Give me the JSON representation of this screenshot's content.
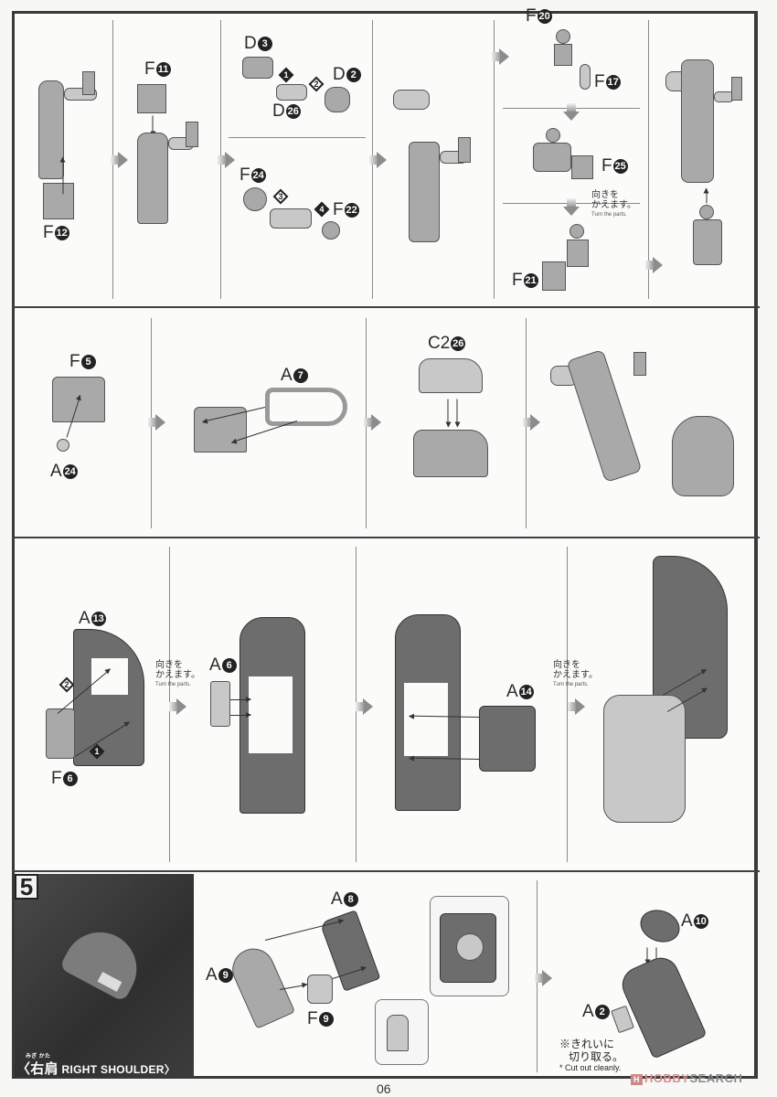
{
  "page": {
    "number": "06",
    "watermark": {
      "logo_glyph": "H",
      "brand_a": "HOBBY",
      "brand_b": "SEARCH"
    }
  },
  "notes": {
    "turn_jp_line1": "向きを",
    "turn_jp_line2": "かえます。",
    "turn_en": "Turn the parts.",
    "cut_jp_line1": "※きれいに",
    "cut_jp_line2": "切り取る。",
    "cut_en": "* Cut out cleanly."
  },
  "row1": {
    "panel1": {
      "part": {
        "letter": "F",
        "num": "12"
      }
    },
    "panel2": {
      "part": {
        "letter": "F",
        "num": "11"
      }
    },
    "panel3": {
      "parts": [
        {
          "letter": "D",
          "num": "3"
        },
        {
          "letter": "D",
          "num": "2"
        },
        {
          "letter": "D",
          "num": "26"
        },
        {
          "letter": "F",
          "num": "24"
        },
        {
          "letter": "F",
          "num": "22"
        }
      ],
      "steps": [
        "1",
        "2",
        "3",
        "4"
      ]
    },
    "panel5": {
      "parts": [
        {
          "letter": "F",
          "num": "20"
        },
        {
          "letter": "F",
          "num": "17"
        },
        {
          "letter": "F",
          "num": "25"
        },
        {
          "letter": "F",
          "num": "21"
        }
      ]
    }
  },
  "row2": {
    "panel1": {
      "parts": [
        {
          "letter": "F",
          "num": "5"
        },
        {
          "letter": "A",
          "num": "24"
        }
      ]
    },
    "panel2": {
      "part": {
        "letter": "A",
        "num": "7"
      }
    },
    "panel3": {
      "part": {
        "letter": "C2",
        "num": "26"
      }
    }
  },
  "row3": {
    "panel1": {
      "parts": [
        {
          "letter": "A",
          "num": "13"
        },
        {
          "letter": "F",
          "num": "6"
        }
      ],
      "steps": [
        "1",
        "2"
      ]
    },
    "panel2": {
      "part": {
        "letter": "A",
        "num": "6"
      }
    },
    "panel3": {
      "part": {
        "letter": "A",
        "num": "14"
      }
    }
  },
  "step5": {
    "number": "5",
    "title_kanji": "〈右肩",
    "title_furigana": "みぎ かた",
    "title_en": "RIGHT SHOULDER〉",
    "panel1": {
      "parts": [
        {
          "letter": "A",
          "num": "8"
        },
        {
          "letter": "A",
          "num": "9"
        },
        {
          "letter": "F",
          "num": "9"
        }
      ]
    },
    "panel2": {
      "parts": [
        {
          "letter": "A",
          "num": "10"
        },
        {
          "letter": "A",
          "num": "2"
        }
      ]
    }
  }
}
